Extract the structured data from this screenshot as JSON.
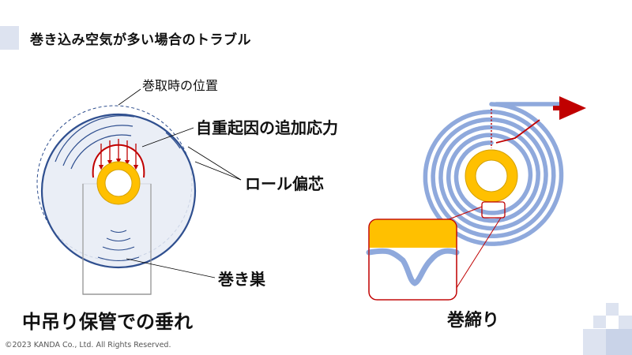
{
  "slide": {
    "title": "巻き込み空気が多い場合のトラブル",
    "copyright": "©2023 KANDA Co., Ltd. All Rights Reserved."
  },
  "left_diagram": {
    "label_position": "巻取時の位置",
    "label_stress": "自重起因の追加応力",
    "label_eccentric": "ロール偏芯",
    "label_nest": "巻き巣",
    "caption": "中吊り保管での垂れ"
  },
  "right_diagram": {
    "caption": "巻締り"
  },
  "colors": {
    "roll_fill": "#e6ebf4",
    "roll_edge": "#2f4f8f",
    "core_yellow": "#ffc000",
    "stress_red": "#c00000",
    "film_blue": "#8fa9dc",
    "arrow_red": "#c00000",
    "deco_blue": "#dde3f0"
  }
}
